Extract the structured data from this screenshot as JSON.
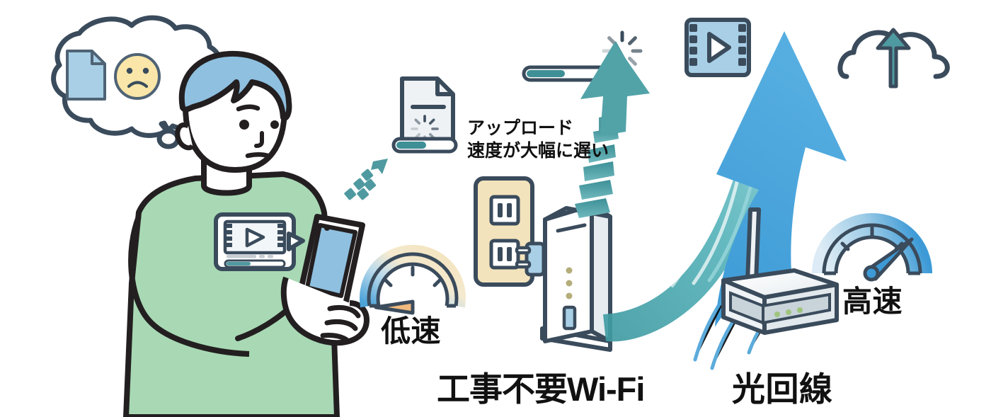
{
  "scene": {
    "title": "工事不要Wi-Fiと光回線の通信速度比較イラスト",
    "background_color": "#ffffff"
  },
  "labels": {
    "low_speed": "低速",
    "high_speed": "高速",
    "wifi_device": "工事不要Wi-Fi",
    "fiber_line": "光回線",
    "upload_callout_line1": "アップロード",
    "upload_callout_line2": "速度が大幅に遅い"
  },
  "icons": {
    "thought_bubble": "thought-bubble-icon",
    "document": "document-icon",
    "sad_face": "sad-face-icon",
    "video_player": "video-player-icon",
    "smartphone": "smartphone-icon",
    "gauge_low": "speedometer-low-icon",
    "gauge_high": "speedometer-high-icon",
    "wall_outlet": "wall-outlet-icon",
    "power_plug": "power-plug-icon",
    "wifi_router": "wifi-router-icon",
    "fiber_router": "fiber-router-icon",
    "uploading_document": "uploading-document-icon",
    "loading_spinner": "loading-spinner-icon",
    "progress_bar": "progress-bar-icon",
    "film_strip": "film-strip-icon",
    "cloud_upload": "cloud-upload-icon",
    "dashed_arrow_small": "dashed-arrow-up-right-icon",
    "dashed_arrow_large": "dashed-arrow-up-icon",
    "solid_arrow": "solid-arrow-up-icon",
    "speed_lines": "speed-lines-icon"
  },
  "colors": {
    "outline": "#3a4b5c",
    "dark_outline": "#231f20",
    "light_blue": "#a8cfe6",
    "mid_blue": "#4ba3d8",
    "teal": "#52a3a8",
    "dark_teal": "#3e8b94",
    "green_shirt": "#a8d9b4",
    "hair_blue": "#8fc0e0",
    "cream": "#f3e3bc",
    "yellow_face": "#fae6a8",
    "white": "#ffffff",
    "gray_light": "#d9dee2",
    "text": "#111111"
  },
  "values": {
    "upload_progress_percent": 45,
    "document_progress_percent": 52,
    "video_progress_percent": 38,
    "gauge_low_needle_degrees": -20,
    "gauge_high_needle_degrees": 55
  }
}
